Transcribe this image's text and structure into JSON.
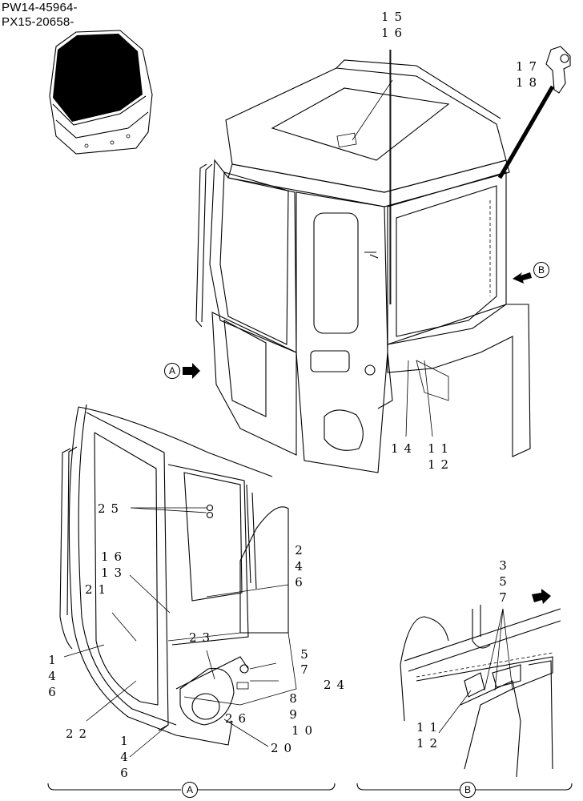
{
  "serials": [
    "PW14-45964-",
    "PX15-20658-"
  ],
  "callouts": {
    "c15": "15",
    "c16": "16",
    "c17": "17",
    "c18": "18",
    "c14": "14",
    "c11": "11",
    "c12": "12",
    "c25": "25",
    "c2": "2",
    "c4": "4",
    "c6": "6",
    "c16b": "16",
    "c13": "13",
    "c21": "21",
    "c23": "23",
    "c5": "5",
    "c7": "7",
    "c24": "24",
    "c8": "8",
    "c9": "9",
    "c10": "10",
    "c1": "1",
    "c4b": "4",
    "c6b": "6",
    "c22": "22",
    "c26": "26",
    "c20": "20",
    "c1c": "1",
    "c4c": "4",
    "c6c": "6",
    "c3": "3",
    "c5b": "5",
    "c7b": "7",
    "c11b": "11",
    "c12b": "12"
  },
  "views": {
    "a": "A",
    "b": "B"
  }
}
